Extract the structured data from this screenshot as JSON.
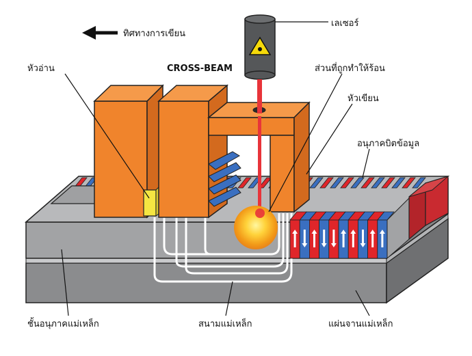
{
  "direction_label": "ทิศทางการเขียน",
  "labels": {
    "laser": "เลเซอร์",
    "read_head": "หัวอ่าน",
    "cross_beam": "CROSS-BEAM",
    "heated_area": "ส่วนที่ถูกทำให้ร้อน",
    "write_head": "หัวเขียน",
    "bit_particles": "อนุภาคบิตข้อมูล",
    "magnetic_particle_layer": "ชั้นอนุภาคแม่เหล็ก",
    "magnetic_field": "สนามแม่เหล็ก",
    "magnetic_platter": "แผ่นจานแม่เหล็ก"
  },
  "colors": {
    "head_orange": "#f0842c",
    "bit_red": "#e0262a",
    "bit_blue": "#3a6fc0",
    "platter_gray": "#9a9b9d",
    "laser_red": "#e8343a",
    "sensor_yellow": "#f5e642"
  },
  "bit_arrows": [
    "up",
    "down",
    "up",
    "down",
    "down",
    "up",
    "up",
    "down",
    "up",
    "up"
  ]
}
